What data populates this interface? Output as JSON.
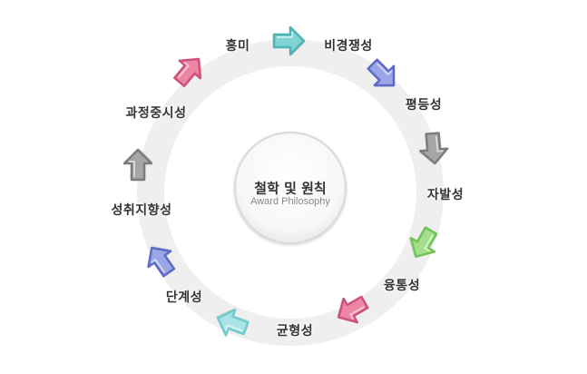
{
  "center": {
    "title": "철학 및 원칙",
    "subtitle": "Award Philosophy"
  },
  "nodes": [
    {
      "label": "흥미"
    },
    {
      "label": "비경쟁성"
    },
    {
      "label": "평등성"
    },
    {
      "label": "자발성"
    },
    {
      "label": "융통성"
    },
    {
      "label": "균형성"
    },
    {
      "label": "단계성"
    },
    {
      "label": "성취지향성"
    },
    {
      "label": "과정중시성"
    }
  ],
  "arrows": [
    {
      "name": "arrow-teal-1-icon",
      "color": "#7fd3d3",
      "outline": "#4fb3b3"
    },
    {
      "name": "arrow-blue-1-icon",
      "color": "#9aa6e6",
      "outline": "#5d6ac8"
    },
    {
      "name": "arrow-gray-1-icon",
      "color": "#a6a6a6",
      "outline": "#7c7c7c"
    },
    {
      "name": "arrow-green-icon",
      "color": "#a6df8c",
      "outline": "#73c25a"
    },
    {
      "name": "arrow-pink-1-icon",
      "color": "#ec86a4",
      "outline": "#cf5179"
    },
    {
      "name": "arrow-teal-2-icon",
      "color": "#a9e3e6",
      "outline": "#72c9ce"
    },
    {
      "name": "arrow-blue-2-icon",
      "color": "#9aa6e6",
      "outline": "#5d6ac8"
    },
    {
      "name": "arrow-gray-2-icon",
      "color": "#a6a6a6",
      "outline": "#7c7c7c"
    },
    {
      "name": "arrow-pink-2-icon",
      "color": "#ec86a4",
      "outline": "#cf5179"
    }
  ]
}
